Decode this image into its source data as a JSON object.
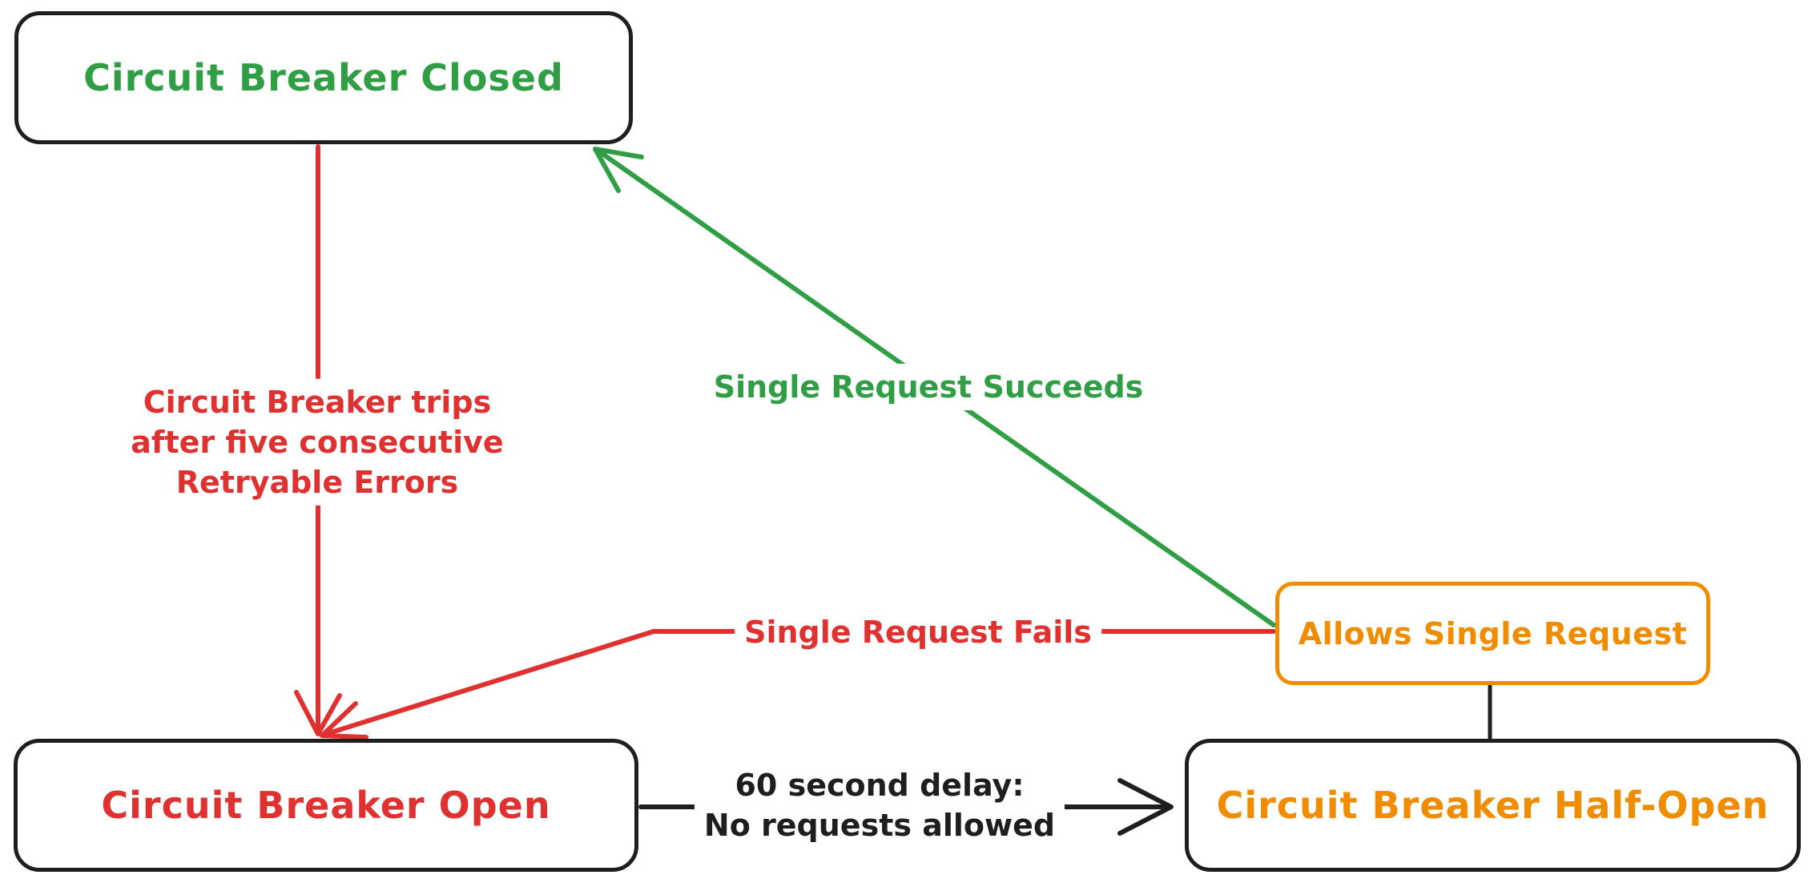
{
  "diagram": {
    "type": "state-diagram",
    "subject": "circuit-breaker-pattern",
    "nodes": {
      "closed": {
        "label": "Circuit Breaker Closed",
        "text_color": "#2f9e44",
        "border_color": "#1e1e1e"
      },
      "open": {
        "label": "Circuit Breaker Open",
        "text_color": "#e03131",
        "border_color": "#1e1e1e"
      },
      "half_open": {
        "label": "Circuit Breaker Half-Open",
        "text_color": "#f08c00",
        "border_color": "#1e1e1e"
      },
      "allows_single_request": {
        "label": "Allows Single Request",
        "text_color": "#f08c00",
        "border_color": "#f08c00"
      }
    },
    "edges": {
      "trips": {
        "from": "closed",
        "to": "open",
        "color": "#e03131",
        "lines": [
          "Circuit Breaker trips",
          "after five consecutive",
          "Retryable Errors"
        ]
      },
      "succeeds": {
        "from": "allows_single_request",
        "to": "closed",
        "color": "#2f9e44",
        "label": "Single Request Succeeds"
      },
      "fails": {
        "from": "allows_single_request",
        "to": "open",
        "color": "#e03131",
        "label": "Single Request Fails"
      },
      "delay": {
        "from": "open",
        "to": "half_open",
        "color": "#1e1e1e",
        "lines": [
          "60 second delay:",
          "No requests allowed"
        ]
      },
      "half_open_connector": {
        "from": "half_open",
        "to": "allows_single_request",
        "color": "#1e1e1e",
        "label": ""
      }
    },
    "colors": {
      "green": "#2f9e44",
      "red": "#e03131",
      "orange": "#f08c00",
      "ink": "#1e1e1e",
      "background": "#ffffff"
    }
  }
}
